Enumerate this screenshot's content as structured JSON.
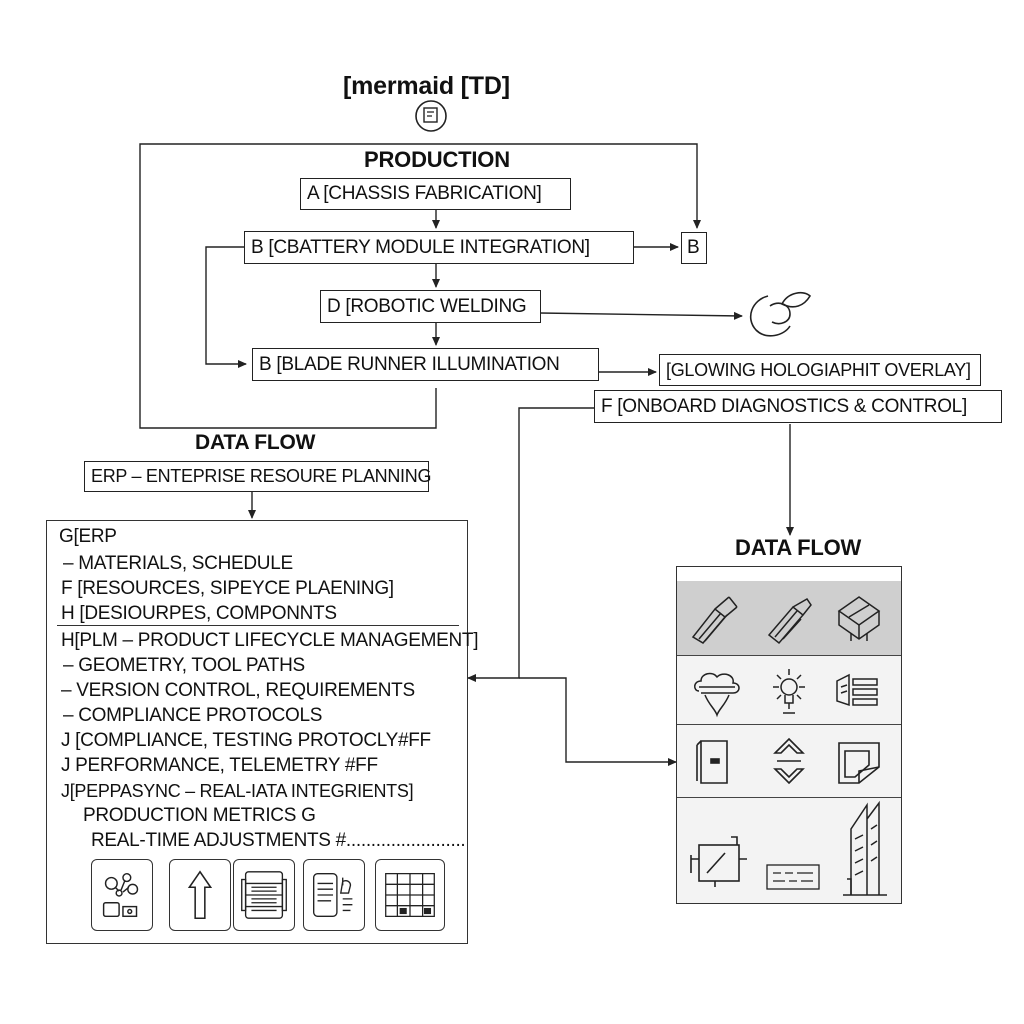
{
  "diagram": {
    "header": "[mermaid [TD]",
    "production_label": "PRODUCTION",
    "data_flow_left_label": "DATA FLOW",
    "data_flow_right_label": "DATA FLOW",
    "nodes": {
      "a": "A [CHASSIS FABRICATION]",
      "b1": "B [CBATTERY MODULE INTEGRATION]",
      "b_side": "B",
      "d": "D [ROBOTIC WELDING",
      "b2": "B [BLADE RUNNER ILLUMINATION",
      "hologram": "[GLOWING HOLOGIAPHIT OVERLAY]",
      "f": "F [ONBOARD DIAGNOSTICS & CONTROL]",
      "erp": "ERP – ENTEPRISE RESOURE PLANNING"
    },
    "erp_panel": {
      "lines": [
        "G[ERP",
        "– MATERIALS, SCHEDULE",
        "F [RESOURCES, SIPEYCE PLAENING]",
        "H [DESIOURPES, COMPONNTS",
        "H[PLM – PRODUCT LIFECYCLE MANAGEMENT]",
        "– GEOMETRY, TOOL PATHS",
        "– VERSION CONTROL, REQUIREMENTS",
        "– COMPLIANCE PROTOCOLS",
        "J [COMPLIANCE, TESTING PROTOCLY#FF",
        "J PERFORMANCE,  TELEMETRY #FF",
        "J[PEPPASYNC – REAL-IATA INTEGRIENTS]",
        "PRODUCTION METRICS G",
        "REAL-TIME ADJUSTMENTS #........................"
      ],
      "tile_icons": [
        "molecule-gear-icon",
        "up-arrow-icon",
        "server-rack-icon",
        "phone-hand-icon",
        "grid-table-icon"
      ]
    },
    "icon_grid": {
      "rows": [
        [
          "robot-arm-icon",
          "welding-torch-icon",
          "cube-stack-icon"
        ],
        [
          "cloud-drop-icon",
          "sun-bulb-icon",
          "card-list-icon"
        ],
        [
          "door-panel-icon",
          "sync-arrows-icon",
          "folded-panel-icon"
        ],
        [
          "machine-icon",
          "text-block-icon",
          "building-icon"
        ]
      ]
    },
    "colors": {
      "line": "#222222",
      "grid_header": "#cfcfcf",
      "grid_body": "#f1f1f1"
    }
  }
}
